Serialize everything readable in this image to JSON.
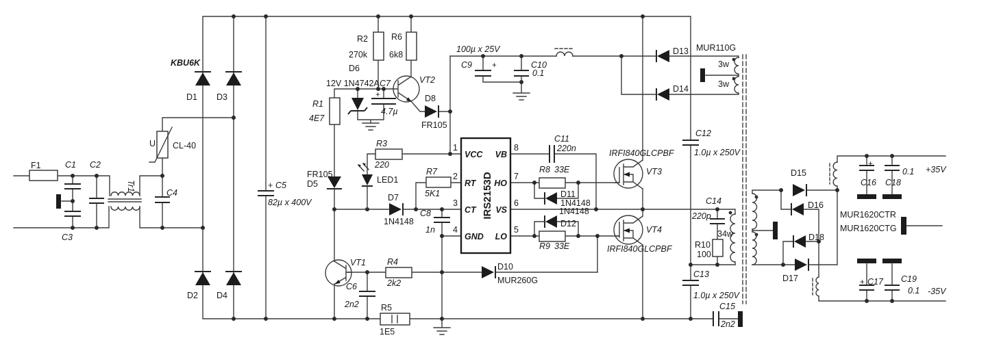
{
  "components": {
    "input": {
      "f1": "F1",
      "c1": "C1",
      "c2": "C2",
      "c3": "C3",
      "c4": "C4",
      "tr1": "Tr1",
      "cl40": "CL-40",
      "u": "U"
    },
    "bridge": {
      "type": "KBU6K",
      "d1": "D1",
      "d2": "D2",
      "d3": "D3",
      "d4": "D4"
    },
    "bus_cap": {
      "name": "C5",
      "value": "82µ x 400V"
    },
    "startup": {
      "r2": "R2",
      "r2_value": "270k",
      "r6": "R6",
      "r6_value": "6k8",
      "d6": "D6",
      "d6_value": "12V 1N4742A",
      "c7": "C7",
      "c7_value": "4.7µ",
      "r1": "R1",
      "r1_value": "4E7",
      "vt2": "VT2",
      "d8": "D8",
      "d8_type": "FR105"
    },
    "aux_supply": {
      "value": "100µ x 25V",
      "c9": "C9",
      "c10": "C10",
      "c10_value": "0.1",
      "d13": "D13",
      "d14": "D14",
      "type": "MUR110G",
      "w_top": "3w",
      "w_bot": "3w"
    },
    "controller": {
      "part": "IRS2153D",
      "pin_numbers": [
        "1",
        "2",
        "3",
        "4",
        "8",
        "7",
        "6",
        "5"
      ],
      "pin_names": [
        "VCC",
        "RT",
        "CT",
        "GND",
        "VB",
        "HO",
        "VS",
        "LO"
      ]
    },
    "timing": {
      "r3": "R3",
      "r3_value": "220",
      "led1": "LED1",
      "d5": "D5",
      "d5_type": "FR105",
      "r7": "R7",
      "r7_value": "5K1",
      "d7": "D7",
      "d7_type": "1N4148",
      "c8": "C8",
      "c8_value": "1n"
    },
    "protection": {
      "vt1": "VT1",
      "r4": "R4",
      "r4_value": "2k2",
      "c6": "C6",
      "c6_value": "2n2",
      "r5": "R5",
      "r5_value": "1E5",
      "d10": "D10",
      "d10_type": "MUR260G"
    },
    "half_bridge": {
      "c11": "C11",
      "c11_value": "220n",
      "r8": "R8",
      "r8_value": "33E",
      "d11": "D11",
      "d11_type": "1N4148",
      "d12": "D12",
      "d12_type": "1N4148",
      "r9": "R9",
      "r9_value": "33E",
      "vt3": "VT3",
      "vt4": "VT4",
      "mosfet_type": "IRFI840GLCPBF"
    },
    "resonant": {
      "c12": "C12",
      "c12_value": "1.0µ x 250V",
      "c13": "C13",
      "c13_value": "1.0µ x 250V",
      "c14": "C14",
      "c14_value": "220p",
      "r10": "R10",
      "r10_value": "100",
      "primary": "34w",
      "c15": "C15",
      "c15_value": "2n2"
    },
    "output": {
      "d15": "D15",
      "d16": "D16",
      "d17": "D17",
      "d18": "D18",
      "type_top": "MUR1620CTR",
      "type_bottom": "MUR1620CTG",
      "c16": "C16",
      "c17": "C17",
      "c18": "C18",
      "c19": "C19",
      "c18_value": "0.1",
      "c19_value": "0.1",
      "rail_pos": "+35V",
      "rail_neg": "-35V"
    }
  },
  "sym": {
    "plus": "+"
  }
}
